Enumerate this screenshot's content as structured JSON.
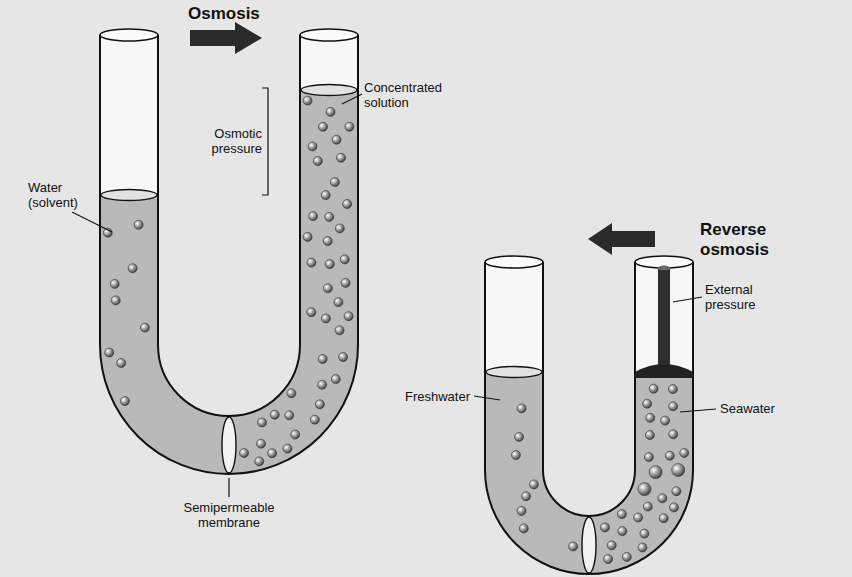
{
  "diagram": {
    "labels": [
      "Osmosis",
      "Concentrated solution",
      "Water (solvent)",
      "Osmotic pressure",
      "Semipermeable membrane",
      "Reverse osmosis",
      "External pressure",
      "Freshwater",
      "Seawater"
    ]
  }
}
